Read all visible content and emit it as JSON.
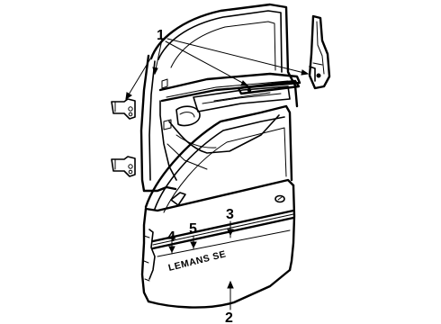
{
  "callouts": {
    "c1": "1",
    "c2": "2",
    "c3": "3",
    "c4": "4",
    "c5": "5"
  },
  "badge_text": "LEMANS SE"
}
